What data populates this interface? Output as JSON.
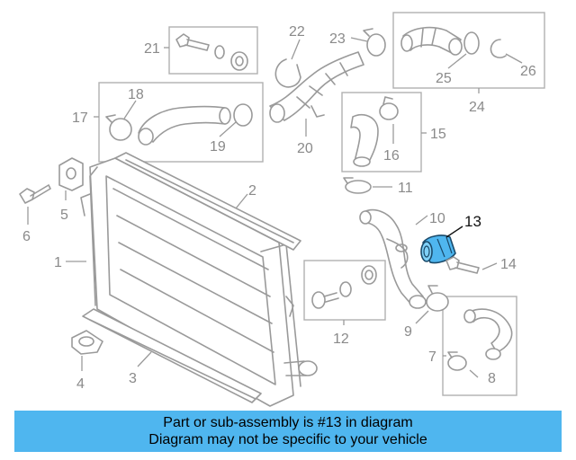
{
  "diagram": {
    "labels": [
      "1",
      "2",
      "3",
      "4",
      "5",
      "6",
      "7",
      "8",
      "9",
      "10",
      "11",
      "12",
      "13",
      "14",
      "15",
      "16",
      "17",
      "18",
      "19",
      "20",
      "21",
      "22",
      "23",
      "24",
      "25",
      "26"
    ],
    "highlighted_part": "13",
    "colors": {
      "highlight": "#4fb6ef",
      "line_art": "#9a9a9a",
      "label": "#8a8a8a",
      "highlight_label": "#111111"
    }
  },
  "banner": {
    "line1": "Part or sub-assembly is #13 in diagram",
    "line2": "Diagram may not be specific to your vehicle"
  }
}
